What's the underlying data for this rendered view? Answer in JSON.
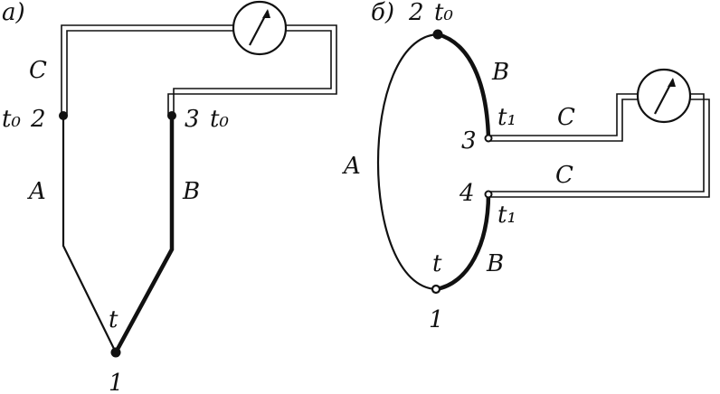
{
  "panel_a": {
    "tag": "а)",
    "wire_c": "C",
    "junction2_temp": "t₀",
    "junction2_num": "2",
    "junction3_num": "3",
    "junction3_temp": "t₀",
    "wire_a": "A",
    "wire_b": "B",
    "hot_junction_temp": "t",
    "hot_junction_num": "1"
  },
  "panel_b": {
    "tag": "б)",
    "top_junction_num": "2",
    "top_junction_temp": "t₀",
    "wire_b_top": "B",
    "junction3_num": "3",
    "junction3_temp": "t₁",
    "wire_c_top": "C",
    "wire_a": "A",
    "junction4_num": "4",
    "wire_c_bottom": "C",
    "junction4_temp": "t₁",
    "hot_junction_temp": "t",
    "wire_b_bottom": "B",
    "hot_junction_num": "1"
  },
  "colors": {
    "ink": "#111111",
    "paper": "#ffffff"
  },
  "icons": {
    "meter": "galvanometer-icon"
  }
}
